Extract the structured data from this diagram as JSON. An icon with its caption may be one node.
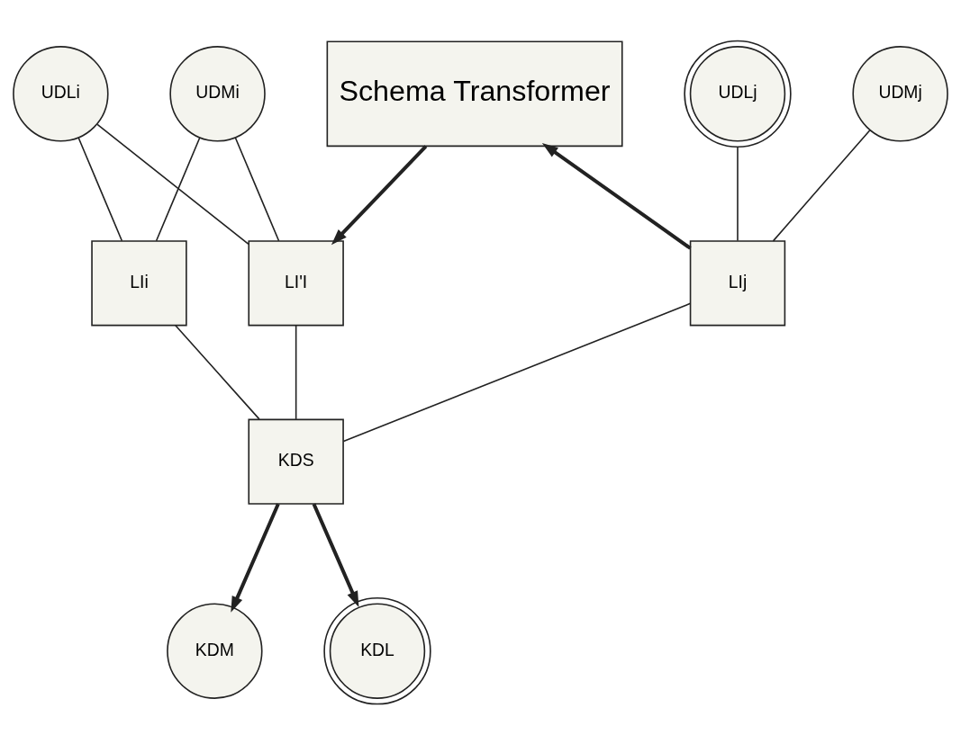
{
  "diagram": {
    "nodes": [
      {
        "text": [
          "UDMi"
        ]
      },
      {
        "text": [
          "UDLi"
        ]
      },
      {
        "text": [
          "Schema Transformer"
        ]
      },
      {
        "text": [
          "UDMj"
        ]
      },
      {
        "text": [
          "UDLj"
        ]
      },
      {
        "text": [
          "LIi"
        ]
      },
      {
        "text": [
          "LI'I"
        ]
      },
      {
        "text": [
          "LIj"
        ]
      },
      {
        "text": [
          "KDS"
        ]
      },
      {
        "text": [
          "KDM"
        ]
      },
      {
        "text": [
          "KDL"
        ]
      }
    ],
    "edges": [
      {
        "from": 0,
        "to": 5,
        "arrow": "none"
      },
      {
        "from": 0,
        "to": 6,
        "arrow": "none"
      },
      {
        "from": 1,
        "to": 5,
        "arrow": "none"
      },
      {
        "from": 1,
        "to": 6,
        "arrow": "none"
      },
      {
        "from": 2,
        "to": 6,
        "arrow": "to",
        "style": "thick"
      },
      {
        "from": 3,
        "to": 7,
        "arrow": "none"
      },
      {
        "from": 4,
        "to": 7,
        "arrow": "none"
      },
      {
        "from": 7,
        "to": 2,
        "arrow": "to",
        "style": "thick"
      },
      {
        "from": 5,
        "to": 8,
        "arrow": "none"
      },
      {
        "from": 6,
        "to": 8,
        "arrow": "none"
      },
      {
        "from": 7,
        "to": 8,
        "arrow": "none"
      },
      {
        "from": 8,
        "to": 9,
        "arrow": "to",
        "style": "thick"
      },
      {
        "from": 8,
        "to": 10,
        "arrow": "to",
        "style": "thick"
      }
    ]
  }
}
